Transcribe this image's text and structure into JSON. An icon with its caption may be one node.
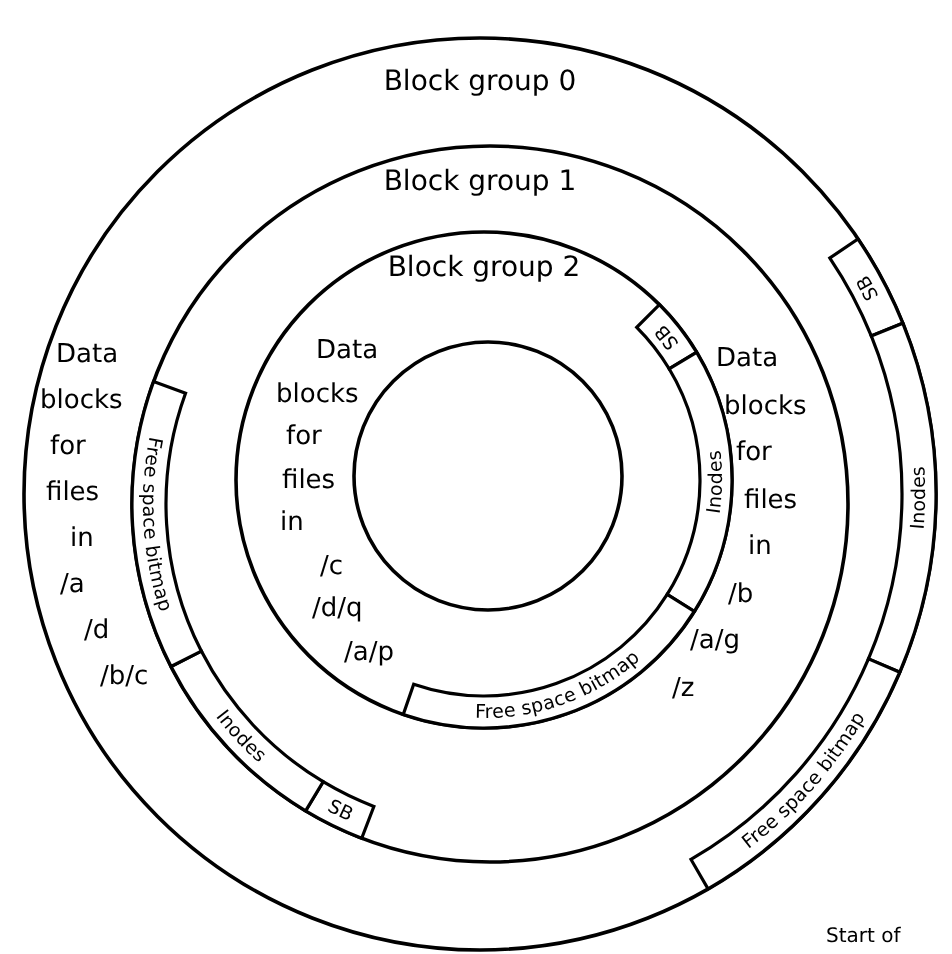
{
  "diagram": {
    "nodes": [
      {
        "text": [
          "Block group 0",
          "Data blocks for files in /a /d /b/c"
        ]
      },
      {
        "text": [
          "SB"
        ],
        "in": 0
      },
      {
        "text": [
          "Inodes"
        ],
        "in": 0
      },
      {
        "text": [
          "Free space bitmap"
        ],
        "in": 0
      },
      {
        "text": [
          "Block group 1",
          "Data blocks for files in /b /a/g /z"
        ],
        "in": 0
      },
      {
        "text": [
          "SB"
        ],
        "in": 4
      },
      {
        "text": [
          "Inodes"
        ],
        "in": 4
      },
      {
        "text": [
          "Free space bitmap"
        ],
        "in": 4
      },
      {
        "text": [
          "Block group 2",
          "Data blocks for files in /c /d/q /a/p"
        ],
        "in": 4
      },
      {
        "text": [],
        "shape": "circle",
        "in": 8
      },
      {
        "text": [
          "SB"
        ],
        "in": 8
      },
      {
        "text": [
          "Inodes"
        ],
        "in": 8
      },
      {
        "text": [
          "Free space bitmap"
        ],
        "in": 8
      }
    ],
    "labels": [
      "Start of"
    ]
  }
}
